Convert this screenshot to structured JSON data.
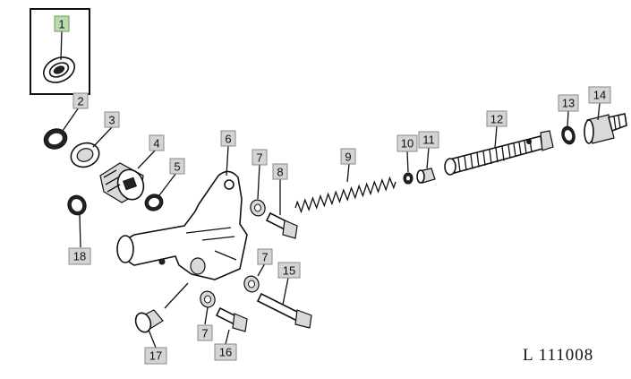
{
  "diagram": {
    "reference_code": "L 111008",
    "callouts": [
      {
        "id": "1",
        "label": "1",
        "highlighted": true
      },
      {
        "id": "2",
        "label": "2"
      },
      {
        "id": "3",
        "label": "3"
      },
      {
        "id": "4",
        "label": "4"
      },
      {
        "id": "5",
        "label": "5"
      },
      {
        "id": "6",
        "label": "6"
      },
      {
        "id": "7a",
        "label": "7"
      },
      {
        "id": "7b",
        "label": "7"
      },
      {
        "id": "7c",
        "label": "7"
      },
      {
        "id": "8",
        "label": "8"
      },
      {
        "id": "9",
        "label": "9"
      },
      {
        "id": "10",
        "label": "10"
      },
      {
        "id": "11",
        "label": "11"
      },
      {
        "id": "12",
        "label": "12"
      },
      {
        "id": "13",
        "label": "13"
      },
      {
        "id": "14",
        "label": "14"
      },
      {
        "id": "15",
        "label": "15"
      },
      {
        "id": "16",
        "label": "16"
      },
      {
        "id": "17",
        "label": "17"
      },
      {
        "id": "18",
        "label": "18"
      }
    ],
    "colors": {
      "label_box": "#d4d4d4",
      "label_box_highlight": "#b8dcae",
      "line": "#111111"
    }
  }
}
